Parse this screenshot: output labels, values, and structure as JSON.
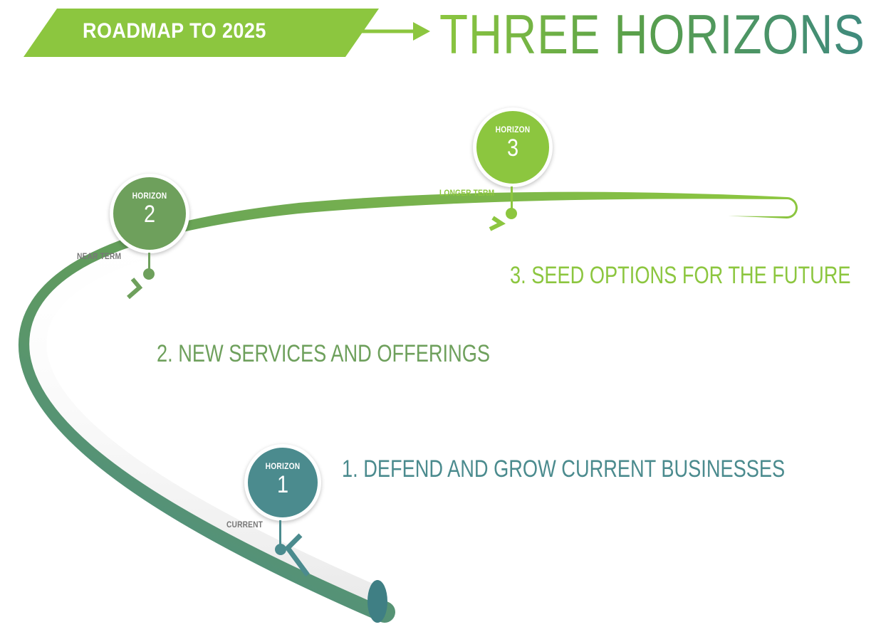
{
  "header": {
    "tag": "ROADMAP TO 2025",
    "title": "THREE HORIZONS"
  },
  "horizons": [
    {
      "word": "HORIZON",
      "number": "1",
      "term": "CURRENT",
      "description": "1. DEFEND AND GROW CURRENT BUSINESSES",
      "color": "#4b8b8e"
    },
    {
      "word": "HORIZON",
      "number": "2",
      "term": "NEAR TERM",
      "description": "2. NEW SERVICES AND OFFERINGS",
      "color": "#6ea05c"
    },
    {
      "word": "HORIZON",
      "number": "3",
      "term": "LONGER TERM",
      "description": "3. SEED OPTIONS FOR THE FUTURE",
      "color": "#8cc63f"
    }
  ],
  "colors": {
    "tag_background": "#8cc63f",
    "arrow": "#8cc63f",
    "road_start": "#4b8b8e",
    "road_end": "#8cc63f",
    "term_label": "#777777"
  }
}
